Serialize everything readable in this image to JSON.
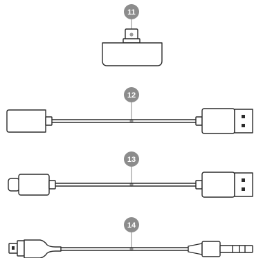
{
  "callouts": [
    {
      "number": "11"
    },
    {
      "number": "12"
    },
    {
      "number": "13"
    },
    {
      "number": "14"
    }
  ],
  "colors": {
    "outline": "#2b2b2b",
    "callout": "#8c8c8c",
    "background": "#ffffff"
  }
}
